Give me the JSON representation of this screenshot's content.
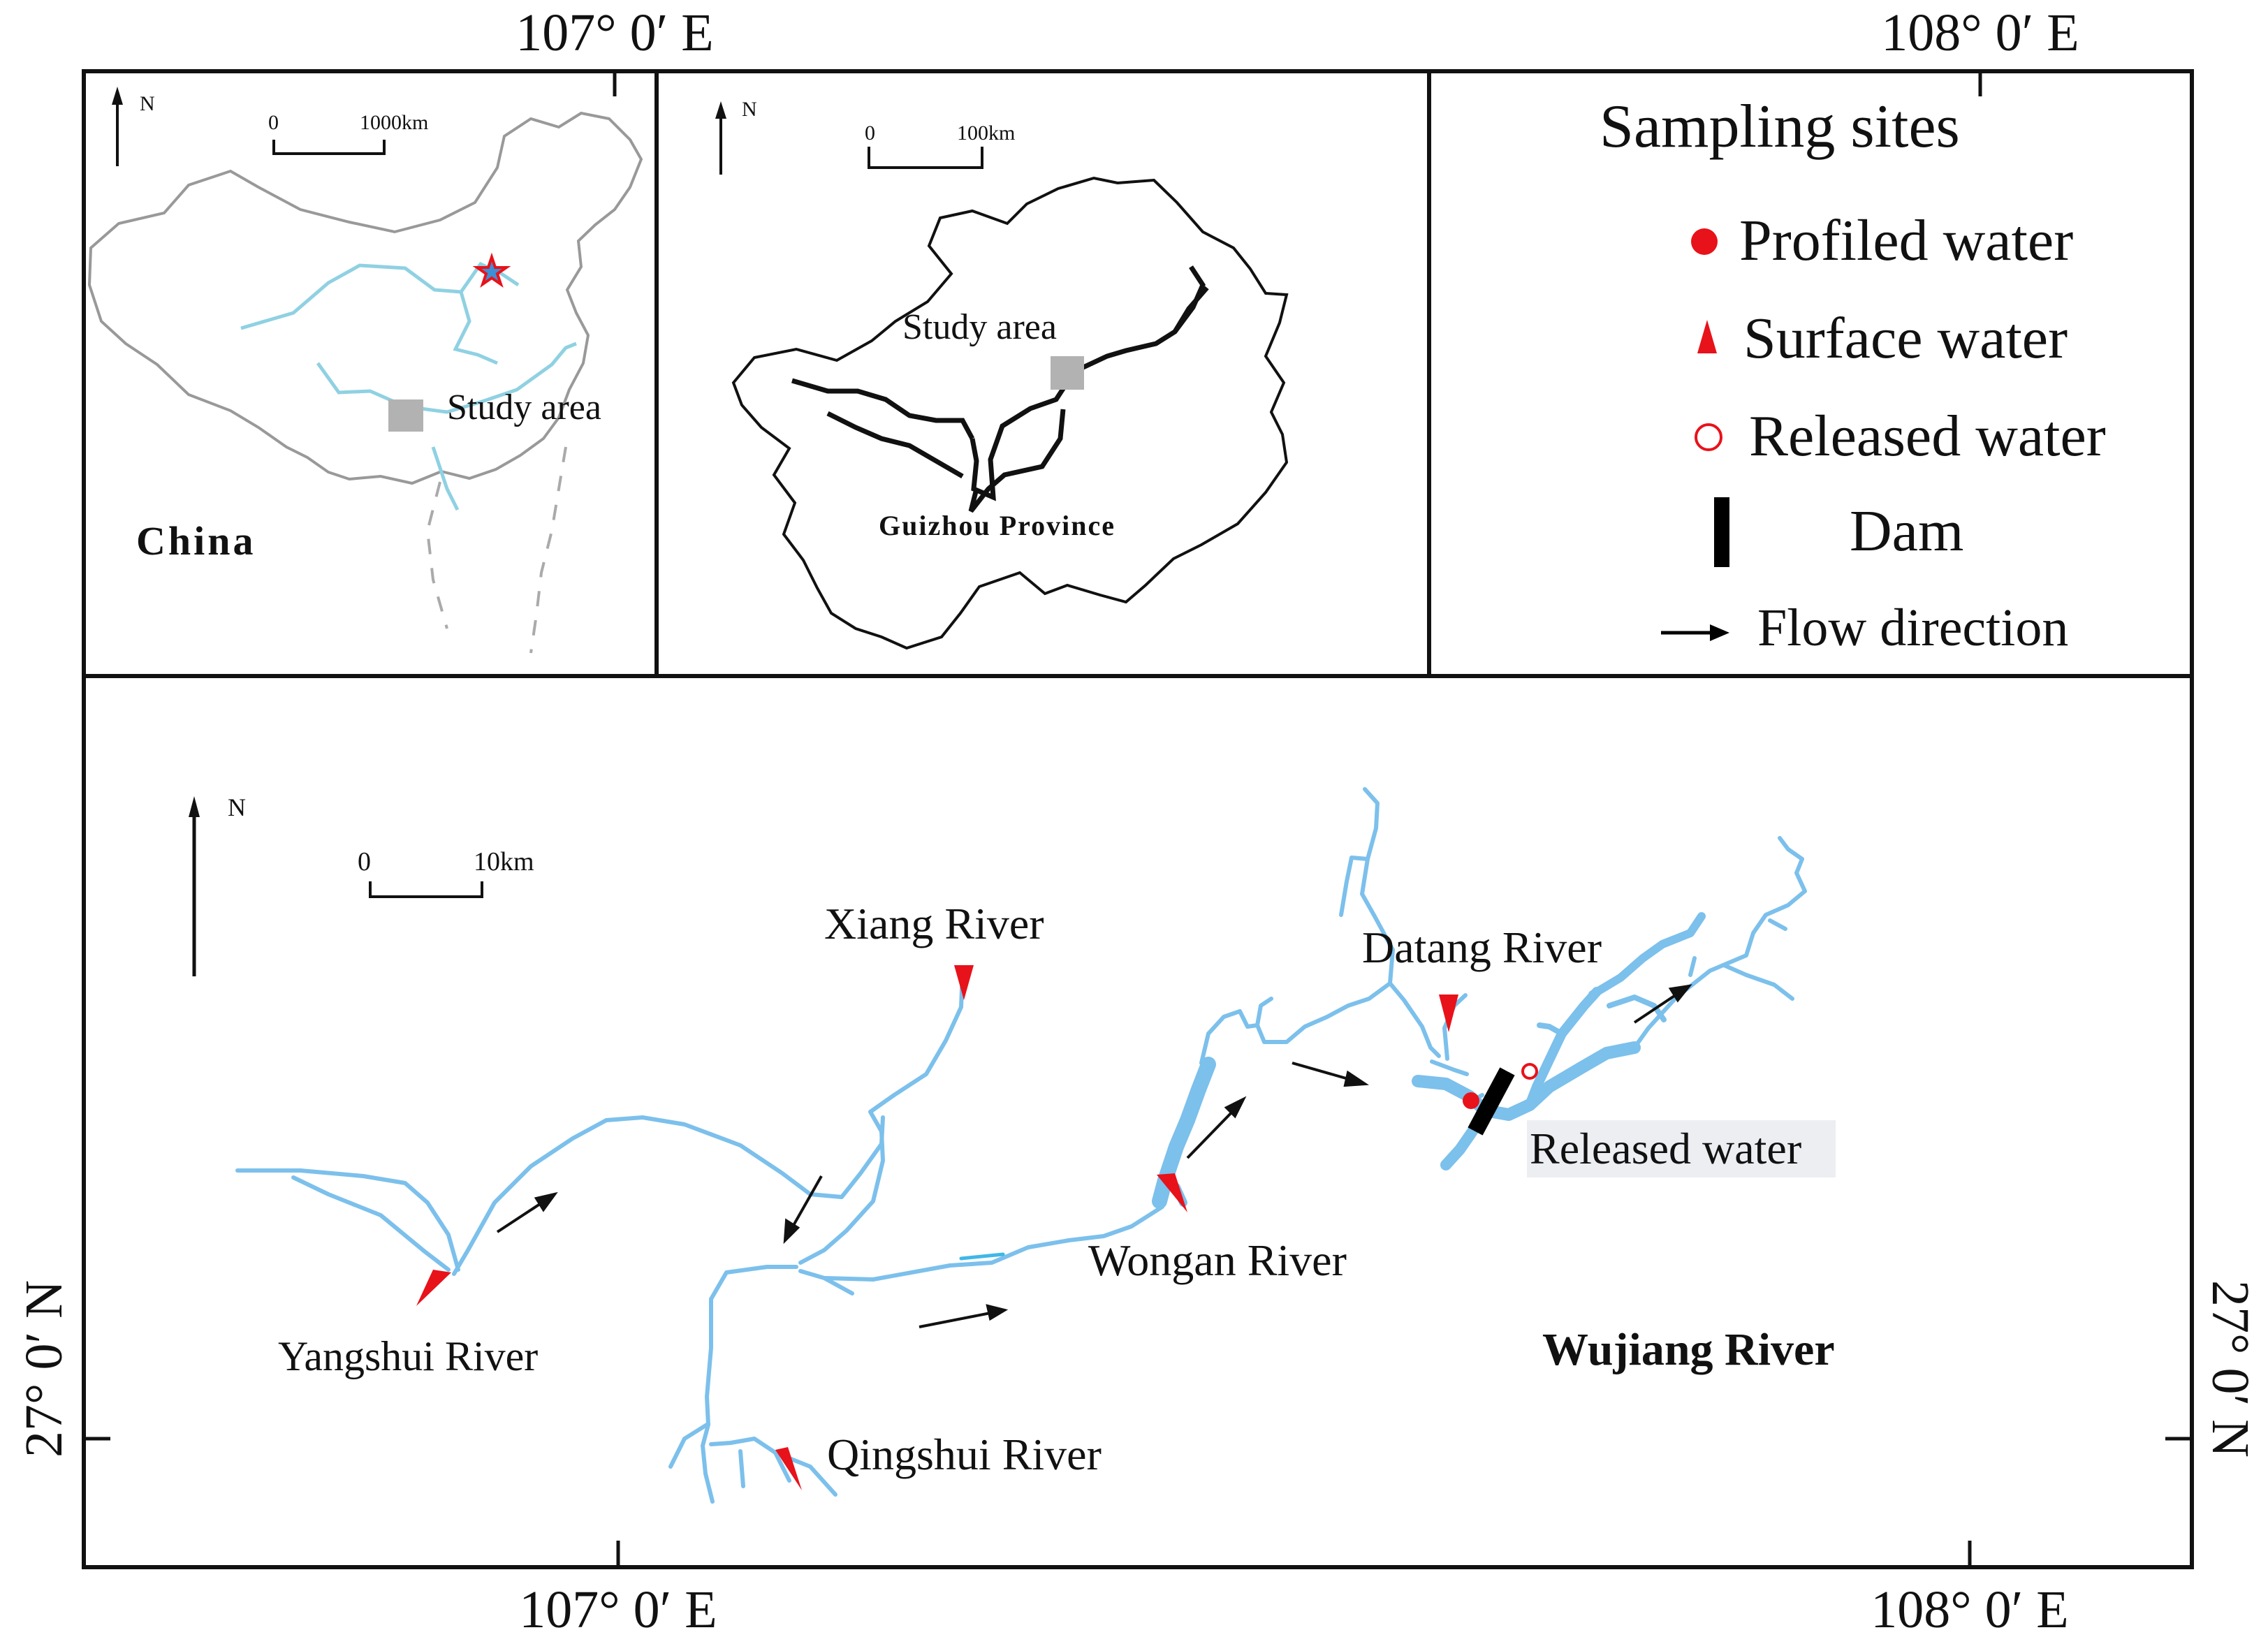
{
  "coords": {
    "top_left_lon": "107° 0′ E",
    "top_right_lon": "108° 0′ E",
    "bottom_left_lon": "107° 0′ E",
    "bottom_right_lon": "108° 0′ E",
    "left_lat": "27° 0′ N",
    "right_lat": "27° 0′ N"
  },
  "china_panel": {
    "north": "N",
    "scale_zero": "0",
    "scale_value": "1000km",
    "study_area": "Study area",
    "name": "China"
  },
  "guizhou_panel": {
    "north": "N",
    "scale_zero": "0",
    "scale_value": "100km",
    "study_area": "Study area",
    "name": "Guizhou Province"
  },
  "legend": {
    "title": "Sampling sites",
    "items": [
      {
        "label": "Profiled water",
        "color": "#e8121a"
      },
      {
        "label": "Surface water",
        "color": "#e8121a"
      },
      {
        "label": "Released water",
        "color": "#e8121a"
      },
      {
        "label": "Dam",
        "color": "#000000"
      },
      {
        "label": "Flow direction",
        "color": "#000000"
      }
    ]
  },
  "main_map": {
    "north": "N",
    "scale_zero": "0",
    "scale_value": "10km",
    "rivers": {
      "xiang": "Xiang River",
      "datang": "Datang River",
      "released": "Released water",
      "yangshui": "Yangshui River",
      "wongan": "Wongan River",
      "wujiang": "Wujiang River",
      "qingshui": "Qingshui River"
    },
    "colors": {
      "water": "#7cc0ec",
      "marker": "#e8121a"
    }
  }
}
